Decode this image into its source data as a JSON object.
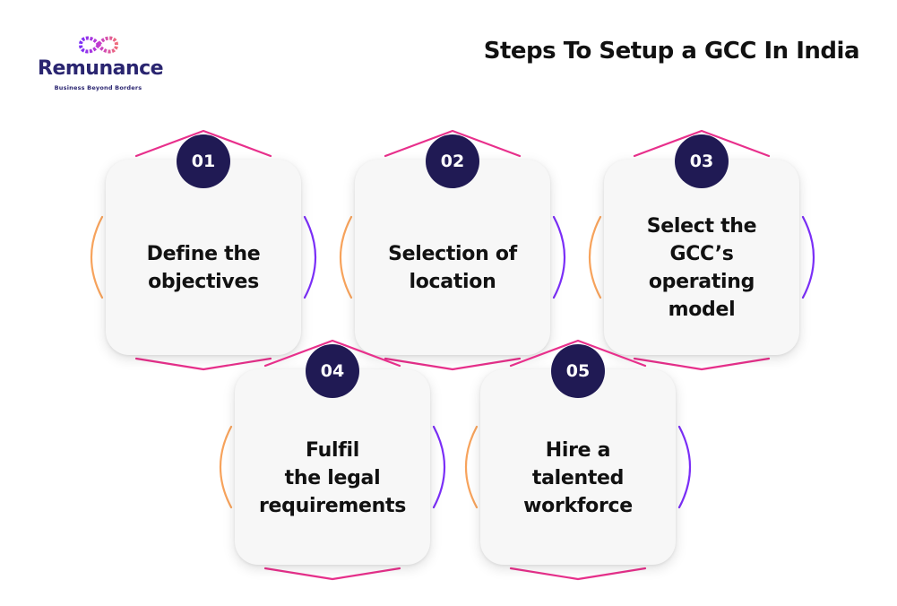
{
  "brand": {
    "name": "Remunance",
    "tagline": "Business Beyond Borders",
    "logo_icon": "infinity-logo-icon",
    "colors": {
      "navy": "#2a2570",
      "magenta": "#e8308c",
      "purple": "#7b2ff7",
      "orange": "#f7a35c"
    }
  },
  "title": "Steps To Setup a GCC In India",
  "steps": [
    {
      "number": "01",
      "text": "Define the\nobjectives"
    },
    {
      "number": "02",
      "text": "Selection of\nlocation"
    },
    {
      "number": "03",
      "text": "Select the\nGCC’s\noperating\nmodel"
    },
    {
      "number": "04",
      "text": "Fulfil\nthe legal\nrequirements"
    },
    {
      "number": "05",
      "text": "Hire a\ntalented\nworkforce"
    }
  ]
}
